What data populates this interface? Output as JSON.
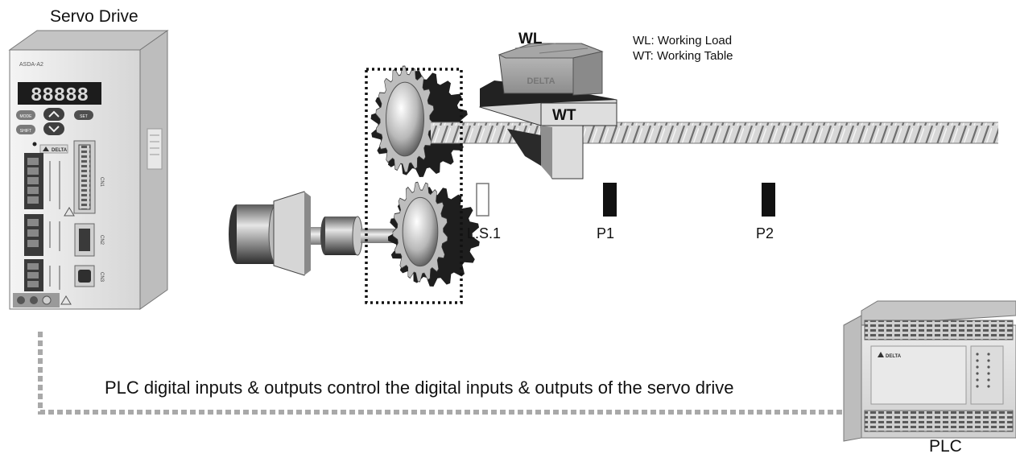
{
  "labels": {
    "servo_drive": "Servo Drive",
    "wl": "WL",
    "wt": "WT",
    "legend_wl": "WL: Working Load",
    "legend_wt": "WT: Working Table",
    "ls1": "L.S.1",
    "p1": "P1",
    "p2": "P2",
    "caption": "PLC digital inputs & outputs control the digital inputs & outputs of the servo drive",
    "plc": "PLC"
  },
  "drive": {
    "display": "88888",
    "logo": "DELTA",
    "model": "ASDA-A2",
    "keys": [
      "MODE",
      "SET",
      "SHIFT"
    ]
  },
  "product_logo": "DELTA",
  "colors": {
    "dotted_line": "#a9a9a9",
    "sensor_active": "#111111",
    "drive_body": "#e6e6e6",
    "shaft": "#c2c2c2"
  }
}
